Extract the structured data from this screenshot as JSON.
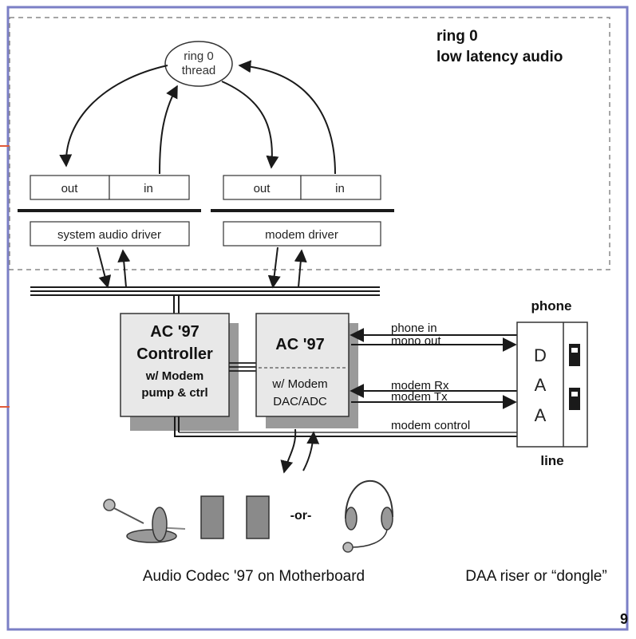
{
  "ring0": {
    "title_line1": "ring 0",
    "title_line2": "low latency audio",
    "thread_line1": "ring 0",
    "thread_line2": "thread"
  },
  "drivers": {
    "system": {
      "out": "out",
      "in": "in",
      "name": "system audio driver"
    },
    "modem": {
      "out": "out",
      "in": "in",
      "name": "modem driver"
    }
  },
  "controller": {
    "line1": "AC '97",
    "line2": "Controller",
    "line3": "w/ Modem",
    "line4": "pump & ctrl"
  },
  "codec": {
    "line1": "AC '97",
    "line2": "w/ Modem",
    "line3": "DAC/ADC"
  },
  "signals": {
    "phone_in": "phone in",
    "mono_out": "mono out",
    "modem_rx": "modem Rx",
    "modem_tx": "modem Tx",
    "modem_control": "modem control"
  },
  "daa": {
    "letters": [
      "D",
      "A",
      "A"
    ],
    "phone_label": "phone",
    "line_label": "line"
  },
  "devices": {
    "or_label": "-or-"
  },
  "captions": {
    "motherboard": "Audio Codec '97 on Motherboard",
    "riser": "DAA riser or “dongle”"
  },
  "page_number": "9",
  "colors": {
    "frame": "#7b7fc6",
    "box_fill": "#e8e8e8",
    "shadow": "#9a9a9a",
    "line": "#1a1a1a",
    "accent_mark": "#e05a3a"
  }
}
